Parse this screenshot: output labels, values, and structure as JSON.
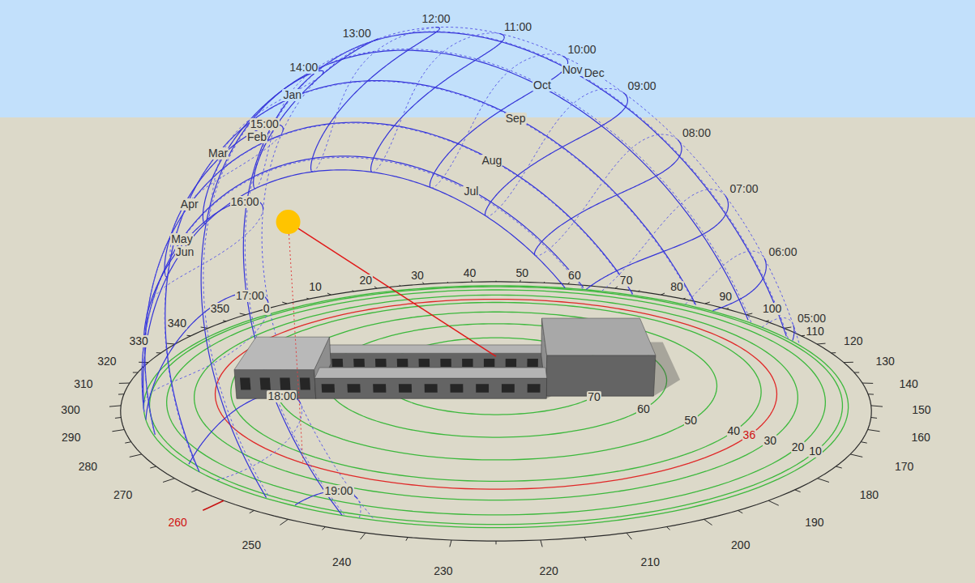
{
  "diagram": {
    "labels": [
      "05:00",
      "06:00",
      "07:00",
      "08:00",
      "09:00",
      "10:00",
      "11:00",
      "12:00",
      "13:00",
      "14:00",
      "15:00",
      "16:00",
      "17:00",
      "18:00",
      "19:00",
      "Jan",
      "Feb",
      "Mar",
      "Apr",
      "May",
      "Jun",
      "Jul",
      "Aug",
      "Sep",
      "Oct",
      "Nov",
      "Dec",
      "0",
      "10",
      "20",
      "30",
      "40",
      "50",
      "60",
      "70",
      "80",
      "90",
      "100",
      "110",
      "120",
      "130",
      "140",
      "150",
      "160",
      "170",
      "180",
      "190",
      "200",
      "210",
      "220",
      "230",
      "240",
      "250",
      "260",
      "270",
      "280",
      "290",
      "300",
      "310",
      "320",
      "330",
      "340",
      "350",
      "70",
      "60",
      "50",
      "40",
      "36",
      "30",
      "20",
      "10"
    ]
  }
}
